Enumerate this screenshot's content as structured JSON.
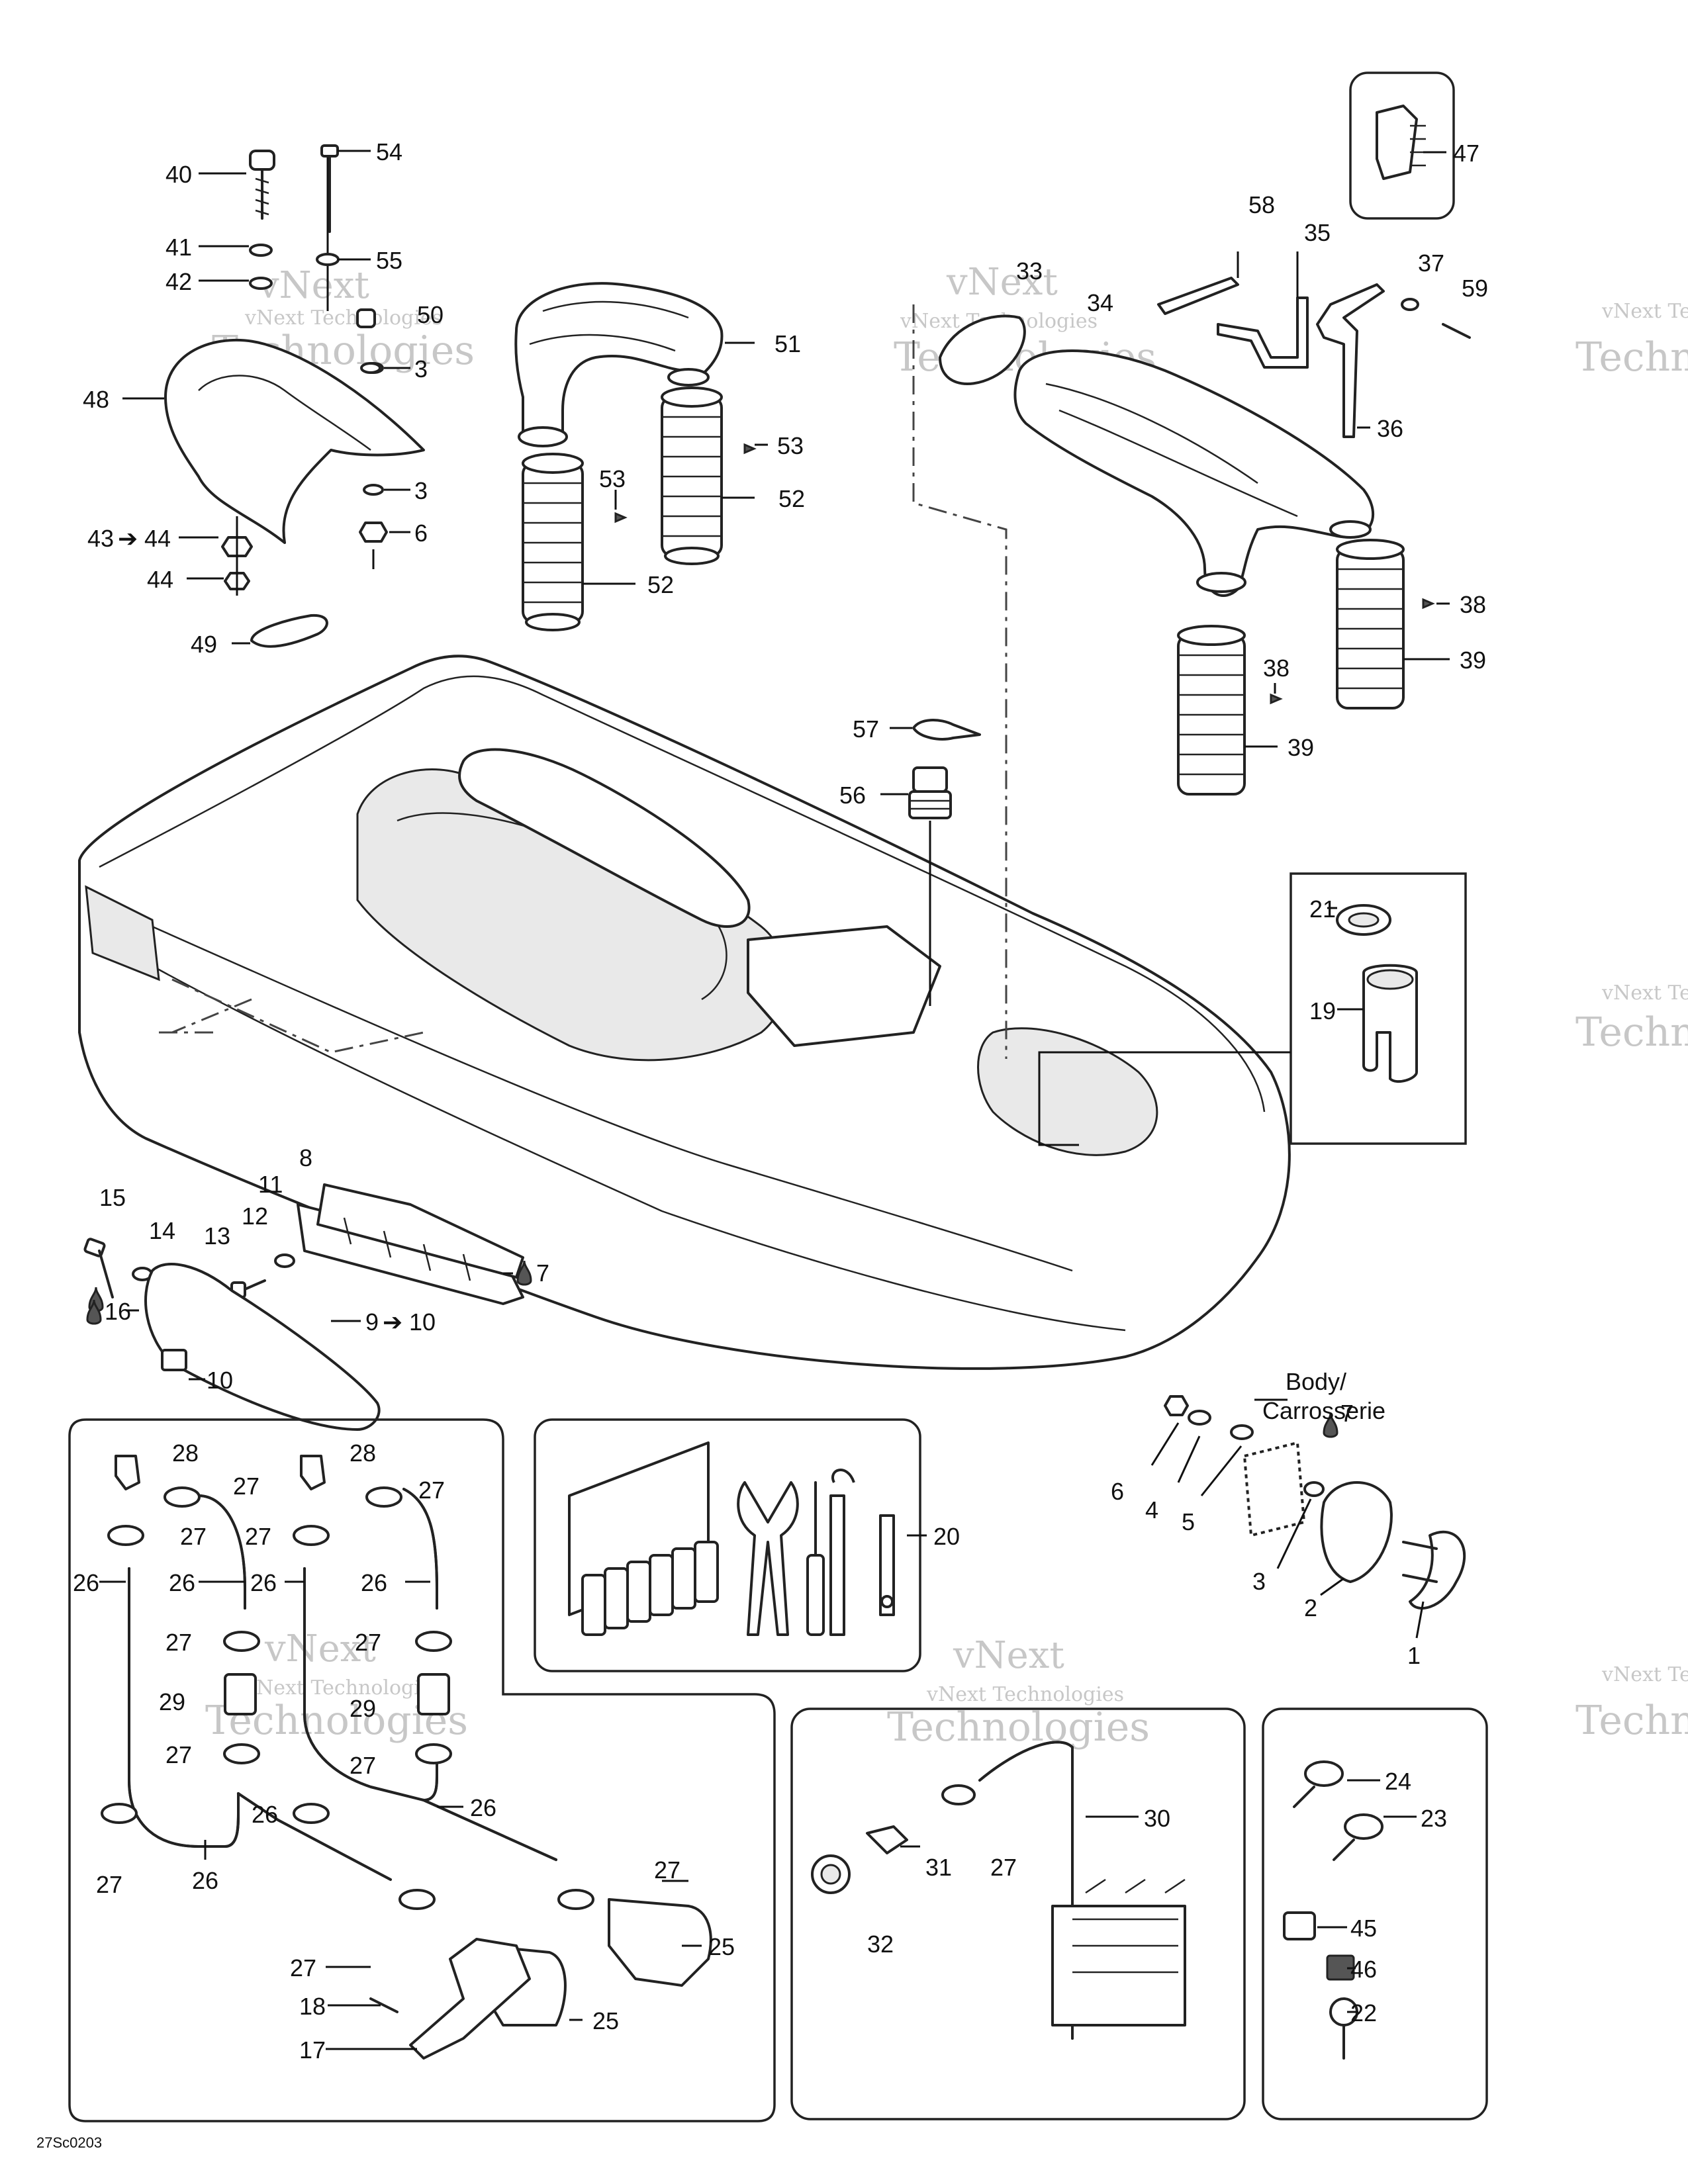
{
  "drawing_code": "27Sc0203",
  "body_label_en": "Body/",
  "body_label_fr": "Carrosserie",
  "watermark_small": "vNext Technologies",
  "watermark_large_1": "vNext",
  "watermark_large_2": "Technologies",
  "callouts": [
    "40",
    "41",
    "42",
    "48",
    "43",
    "44",
    "44",
    "49",
    "54",
    "55",
    "50",
    "3",
    "3",
    "6",
    "51",
    "53",
    "52",
    "52",
    "53",
    "47",
    "58",
    "35",
    "33",
    "34",
    "37",
    "59",
    "36",
    "38",
    "39",
    "38",
    "39",
    "57",
    "56",
    "21",
    "19",
    "15",
    "14",
    "16",
    "8",
    "11",
    "12",
    "13",
    "7",
    "9",
    "10",
    "10",
    "28",
    "27",
    "27",
    "26",
    "26",
    "27",
    "29",
    "27",
    "26",
    "27",
    "26",
    "28",
    "27",
    "27",
    "26",
    "26",
    "27",
    "29",
    "27",
    "26",
    "27",
    "27",
    "25",
    "18",
    "25",
    "17",
    "20",
    "Body/",
    "6",
    "4",
    "5",
    "7",
    "3",
    "2",
    "1",
    "27",
    "30",
    "31",
    "32",
    "24",
    "23",
    "45",
    "46",
    "22"
  ]
}
